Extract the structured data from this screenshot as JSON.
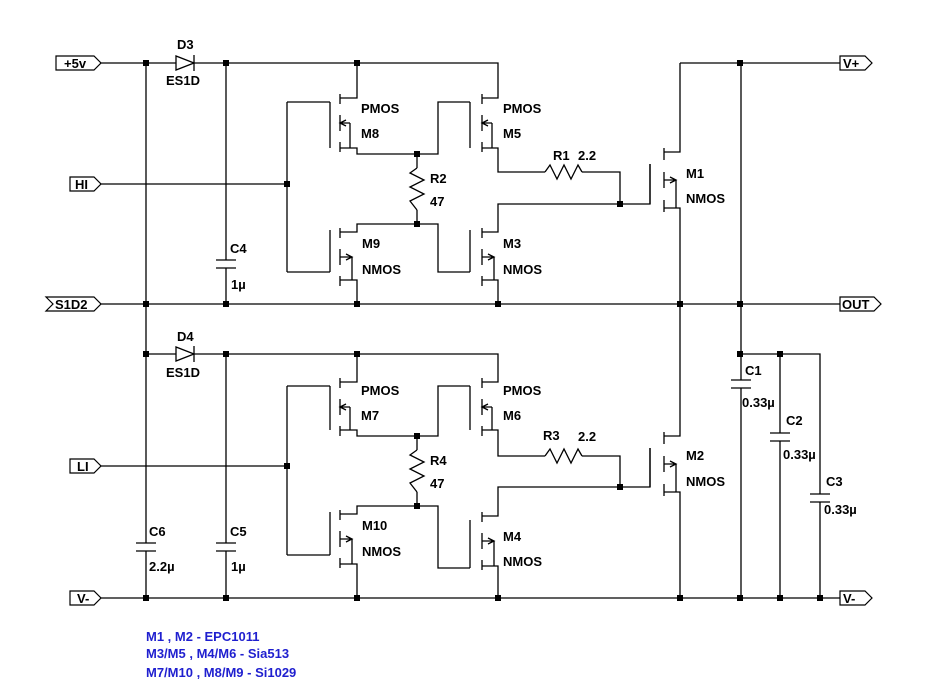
{
  "ports": {
    "p5v": "+5v",
    "hi": "HI",
    "s1d2": "S1D2",
    "li": "LI",
    "vminus_in": "V-",
    "vplus": "V+",
    "out": "OUT",
    "vminus_out": "V-"
  },
  "components": {
    "d3": {
      "ref": "D3",
      "value": "ES1D"
    },
    "d4": {
      "ref": "D4",
      "value": "ES1D"
    },
    "c4": {
      "ref": "C4",
      "value": "1µ"
    },
    "c5": {
      "ref": "C5",
      "value": "1µ"
    },
    "c6": {
      "ref": "C6",
      "value": "2.2µ"
    },
    "c1": {
      "ref": "C1",
      "value": "0.33µ"
    },
    "c2": {
      "ref": "C2",
      "value": "0.33µ"
    },
    "c3": {
      "ref": "C3",
      "value": "0.33µ"
    },
    "r1": {
      "ref": "R1",
      "value": "2.2"
    },
    "r2": {
      "ref": "R2",
      "value": "47"
    },
    "r3": {
      "ref": "R3",
      "value": "2.2"
    },
    "r4": {
      "ref": "R4",
      "value": "47"
    },
    "m8": {
      "ref": "M8",
      "type": "PMOS"
    },
    "m5": {
      "ref": "M5",
      "type": "PMOS"
    },
    "m9": {
      "ref": "M9",
      "type": "NMOS"
    },
    "m3": {
      "ref": "M3",
      "type": "NMOS"
    },
    "m7": {
      "ref": "M7",
      "type": "PMOS"
    },
    "m6": {
      "ref": "M6",
      "type": "PMOS"
    },
    "m10": {
      "ref": "M10",
      "type": "NMOS"
    },
    "m4": {
      "ref": "M4",
      "type": "NMOS"
    },
    "m1": {
      "ref": "M1",
      "type": "NMOS"
    },
    "m2": {
      "ref": "M2",
      "type": "NMOS"
    }
  },
  "notes": [
    "M1 , M2 - EPC1011",
    "M3/M5 , M4/M6 - Sia513",
    "M7/M10 , M8/M9 - Si1029"
  ],
  "colors": {
    "wire": "#000000",
    "note": "#1f1fcf",
    "background": "#ffffff"
  }
}
